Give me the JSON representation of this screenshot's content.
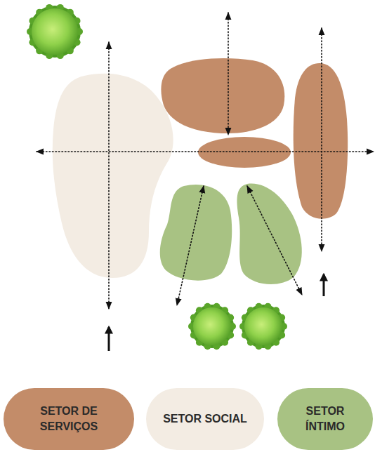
{
  "diagram": {
    "legend": [
      {
        "text": "SETOR DE SERVIÇOS",
        "color": "#c38c69"
      },
      {
        "text": "SETOR SOCIAL",
        "color": "#f3ece3"
      },
      {
        "text": "SETOR ÍNTIMO",
        "color": "#a8c283"
      }
    ]
  }
}
